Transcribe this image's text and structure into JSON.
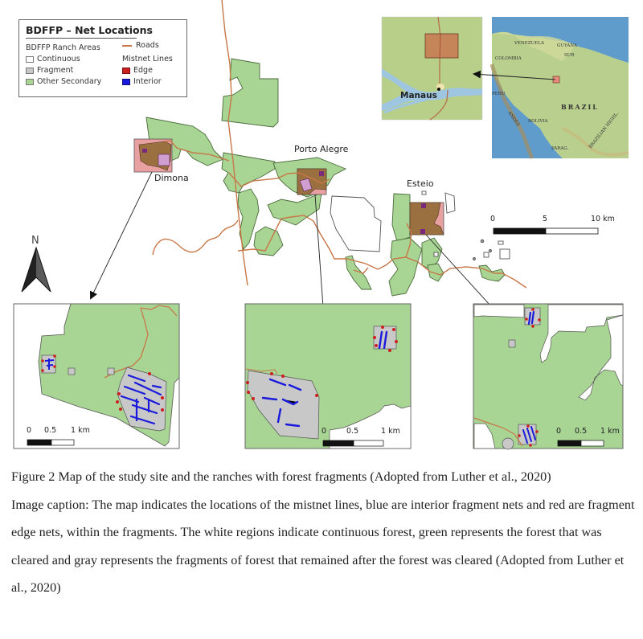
{
  "legend": {
    "title": "BDFFP – Net Locations",
    "ranch_areas_heading": "BDFFP Ranch Areas",
    "ranch_areas": [
      {
        "label": "Continuous",
        "color": "#ffffff"
      },
      {
        "label": "Fragment",
        "color": "#c8c8c8"
      },
      {
        "label": "Other Secondary",
        "color": "#a8d494"
      }
    ],
    "roads_label": "Roads",
    "roads_color": "#c87848",
    "mistnet_heading": "Mistnet Lines",
    "mistnet_lines": [
      {
        "label": "Edge",
        "color": "#cc1f1f"
      },
      {
        "label": "Interior",
        "color": "#1a1adc"
      }
    ]
  },
  "colors": {
    "secondary": "#a8d494",
    "fragment": "#c8c8c8",
    "continuous": "#ffffff",
    "road": "#c87848",
    "ranch_highlight": "#e8a0a0",
    "ranch_dark": "#9a7040",
    "edge": "#cc1f1f",
    "interior": "#1a1adc",
    "outline": "#555555"
  },
  "inset_maps": {
    "regional": {
      "city_label": "Manaus"
    },
    "continent": {
      "labels": [
        "VENEZUELA",
        "GUYANA",
        "SUR",
        "COLOMBIA",
        "PERU",
        "BRAZIL",
        "BOLIVIA",
        "ANDES",
        "PARAG.",
        "BRAZILIAN HIGHLANDS"
      ]
    }
  },
  "main_map": {
    "sites": [
      {
        "name": "Dimona"
      },
      {
        "name": "Porto Alegre"
      },
      {
        "name": "Esteio"
      }
    ],
    "north_label": "N",
    "scale_bar": {
      "ticks": [
        "0",
        "5",
        "10 km"
      ]
    }
  },
  "detail_panels": [
    {
      "site": "Dimona",
      "scale_ticks": [
        "0",
        "0.5",
        "1 km"
      ]
    },
    {
      "site": "Porto Alegre",
      "scale_ticks": [
        "0",
        "0.5",
        "1 km"
      ]
    },
    {
      "site": "Esteio",
      "scale_ticks": [
        "0",
        "0.5",
        "1 km"
      ]
    }
  ],
  "caption": {
    "figure_line": "Figure 2 Map of the study site and the ranches with forest fragments (Adopted from Luther et al., 2020)",
    "image_caption": "Image caption: The map indicates the locations of the mistnet lines, blue are interior fragment nets and red are fragment edge nets, within the fragments. The white regions indicate continuous forest, green represents the forest that was cleared and gray represents the fragments of forest that remained after the forest was cleared (Adopted from Luther et al., 2020)"
  }
}
